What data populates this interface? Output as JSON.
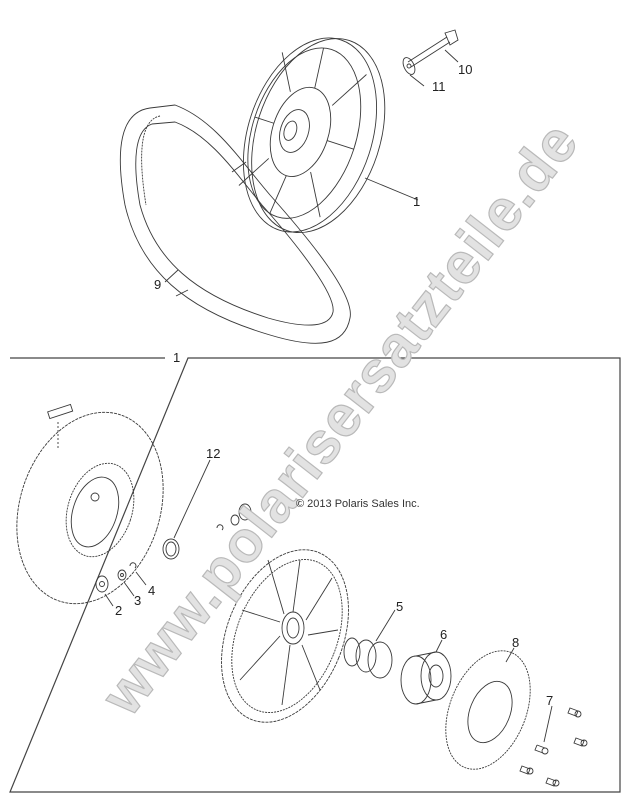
{
  "diagram": {
    "type": "exploded-parts-diagram",
    "subject": "secondary clutch and drive belt",
    "copyright": "© 2013 Polaris Sales Inc.",
    "watermark": "www.polarisersatzteile.de",
    "group_box_label": "1",
    "callouts": [
      {
        "id": "c1-top",
        "label": "1",
        "part": "secondary clutch assembly"
      },
      {
        "id": "c9",
        "label": "9",
        "part": "drive belt"
      },
      {
        "id": "c10",
        "label": "10",
        "part": "bolt"
      },
      {
        "id": "c11",
        "label": "11",
        "part": "washer"
      },
      {
        "id": "c2",
        "label": "2",
        "part": "roller"
      },
      {
        "id": "c3",
        "label": "3",
        "part": "washer"
      },
      {
        "id": "c4",
        "label": "4",
        "part": "clip"
      },
      {
        "id": "c12",
        "label": "12",
        "part": "ring"
      },
      {
        "id": "c5",
        "label": "5",
        "part": "spring"
      },
      {
        "id": "c6",
        "label": "6",
        "part": "helix"
      },
      {
        "id": "c8",
        "label": "8",
        "part": "cover plate"
      },
      {
        "id": "c7",
        "label": "7",
        "part": "screw"
      }
    ],
    "colors": {
      "line": "#333333",
      "watermark_fill": "#e2e2e2",
      "watermark_stroke": "#b9b9b9"
    }
  }
}
